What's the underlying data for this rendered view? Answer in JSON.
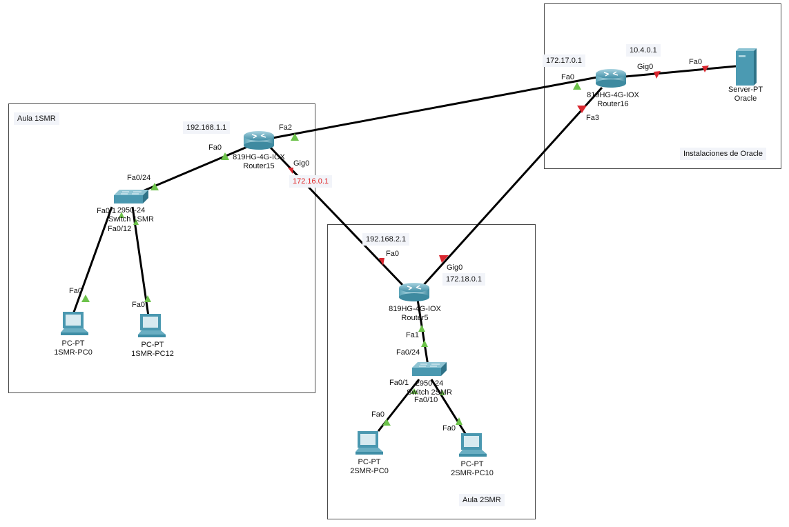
{
  "areas": {
    "aula1": "Aula 1SMR",
    "oracle": "Instalaciones de Oracle",
    "aula2": "Aula 2SMR"
  },
  "notes": {
    "r15_lan": "192.168.1.1",
    "r15_wan": "172.16.0.1",
    "r16_fa0": "172.17.0.1",
    "r16_gig0": "10.4.0.1",
    "r5_lan": "192.168.2.1",
    "r5_gig0": "172.18.0.1"
  },
  "devices": {
    "router15": {
      "model": "819HG-4G-IOX",
      "name": "Router15"
    },
    "router16": {
      "model": "819HG-4G-IOX",
      "name": "Router16"
    },
    "router5": {
      "model": "819HG-4G-IOX",
      "name": "Router5"
    },
    "switch1": {
      "model": "2950-24",
      "name": "Switch 1SMR"
    },
    "switch2": {
      "model": "2950-24",
      "name": "Switch 2SMR"
    },
    "server": {
      "model": "Server-PT",
      "name": "Oracle"
    },
    "pc1a": {
      "model": "PC-PT",
      "name": "1SMR-PC0"
    },
    "pc1b": {
      "model": "PC-PT",
      "name": "1SMR-PC12"
    },
    "pc2a": {
      "model": "PC-PT",
      "name": "2SMR-PC0"
    },
    "pc2b": {
      "model": "PC-PT",
      "name": "2SMR-PC10"
    }
  },
  "ports": {
    "r15_fa2": "Fa2",
    "r15_fa0": "Fa0",
    "r15_gig0": "Gig0",
    "sw1_fa024": "Fa0/24",
    "sw1_fa01": "Fa0/1",
    "sw1_fa012": "Fa0/12",
    "pc1a_fa0": "Fa0",
    "pc1b_fa0": "Fa0",
    "r16_fa0": "Fa0",
    "r16_gig0": "Gig0",
    "r16_fa3": "Fa3",
    "srv_fa0": "Fa0",
    "r5_fa0": "Fa0",
    "r5_gig0": "Gig0",
    "r5_fa1": "Fa1",
    "sw2_fa024": "Fa0/24",
    "sw2_fa01": "Fa0/1",
    "sw2_fa010": "Fa0/10",
    "pc2a_fa0": "Fa0",
    "pc2b_fa0": "Fa0"
  },
  "links": [
    {
      "id": "r15-r16",
      "from": "Router15 Fa2",
      "to": "Router16 Fa0",
      "status": [
        "up",
        "up"
      ]
    },
    {
      "id": "r15-sw1",
      "from": "Router15 Fa0",
      "to": "Switch 1SMR Fa0/24",
      "status": [
        "up",
        "up"
      ]
    },
    {
      "id": "r15-r5",
      "from": "Router15 Gig0",
      "to": "Router5 Fa0",
      "status": [
        "down",
        "down"
      ]
    },
    {
      "id": "sw1-pc0",
      "from": "Switch 1SMR Fa0/1",
      "to": "1SMR-PC0 Fa0",
      "status": [
        "up",
        "up"
      ]
    },
    {
      "id": "sw1-pc12",
      "from": "Switch 1SMR Fa0/12",
      "to": "1SMR-PC12 Fa0",
      "status": [
        "up",
        "up"
      ]
    },
    {
      "id": "r16-srv",
      "from": "Router16 Gig0",
      "to": "Oracle Fa0",
      "status": [
        "down",
        "down"
      ]
    },
    {
      "id": "r16-r5",
      "from": "Router16 Fa3",
      "to": "Router5 Gig0",
      "status": [
        "down",
        "down"
      ]
    },
    {
      "id": "r5-sw2",
      "from": "Router5 Fa1",
      "to": "Switch 2SMR Fa0/24",
      "status": [
        "up",
        "up"
      ]
    },
    {
      "id": "sw2-pc0",
      "from": "Switch 2SMR Fa0/1",
      "to": "2SMR-PC0 Fa0",
      "status": [
        "up",
        "up"
      ]
    },
    {
      "id": "sw2-pc10",
      "from": "Switch 2SMR Fa0/10",
      "to": "2SMR-PC10 Fa0",
      "status": [
        "up",
        "up"
      ]
    }
  ],
  "colors": {
    "link_up": "#6cc24a",
    "link_down": "#d9262e",
    "ip_highlight": "#e02020"
  }
}
